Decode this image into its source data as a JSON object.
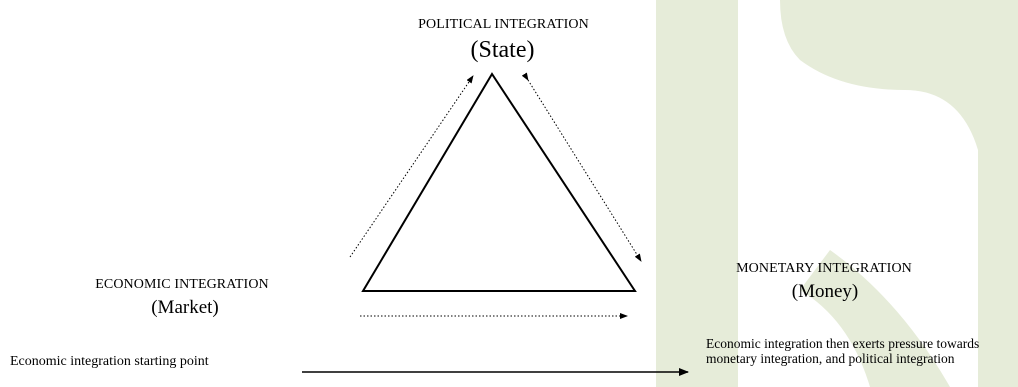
{
  "diagram": {
    "apex": {
      "title": "POLITICAL INTEGRATION",
      "subtitle": "(State)"
    },
    "left_vertex": {
      "title": "ECONOMIC INTEGRATION",
      "subtitle": "(Market)"
    },
    "right_vertex": {
      "title": "MONETARY INTEGRATION",
      "subtitle": "(Money)"
    },
    "starting_point_label": "Economic integration starting point",
    "pressure_note": "Economic integration then exerts pressure towards monetary integration, and political integration"
  },
  "colors": {
    "line": "#000000",
    "watermark": "#e6ecd9",
    "background": "#ffffff"
  }
}
